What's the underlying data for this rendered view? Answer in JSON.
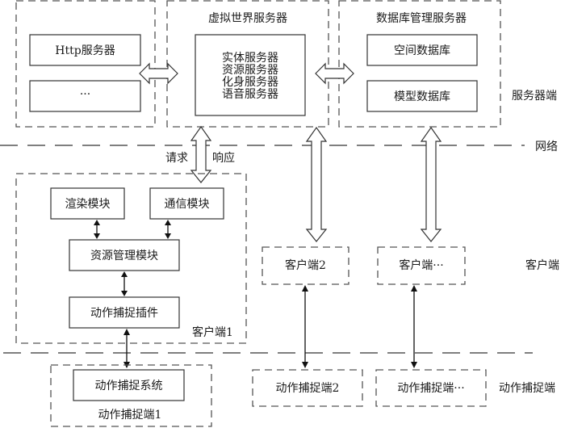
{
  "server_side": {
    "tier_label": "服务器端",
    "http_group": {
      "boxes": [
        "Http服务器",
        "···"
      ]
    },
    "virtual_world": {
      "title": "虚拟世界服务器",
      "services": [
        "实体服务器",
        "资源服务器",
        "化身服务器",
        "语音服务器"
      ]
    },
    "database_management": {
      "title": "数据库管理服务器",
      "boxes": [
        "空间数据库",
        "模型数据库"
      ]
    }
  },
  "network": {
    "tier_label": "网络",
    "request_label": "请求",
    "response_label": "响应"
  },
  "client_side": {
    "tier_label": "客户端",
    "client1": {
      "label": "客户端1",
      "modules": {
        "render": "渲染模块",
        "communication": "通信模块",
        "resource_management": "资源管理模块",
        "motion_capture_plugin": "动作捕捉插件"
      }
    },
    "client2": {
      "label": "客户端2"
    },
    "client_more": {
      "label": "客户端···"
    }
  },
  "motion_capture_side": {
    "tier_label": "动作捕捉端",
    "mocap1": {
      "label": "动作捕捉端1",
      "system": "动作捕捉系统"
    },
    "mocap2": {
      "label": "动作捕捉端2"
    },
    "mocap_more": {
      "label": "动作捕捉端···"
    }
  }
}
